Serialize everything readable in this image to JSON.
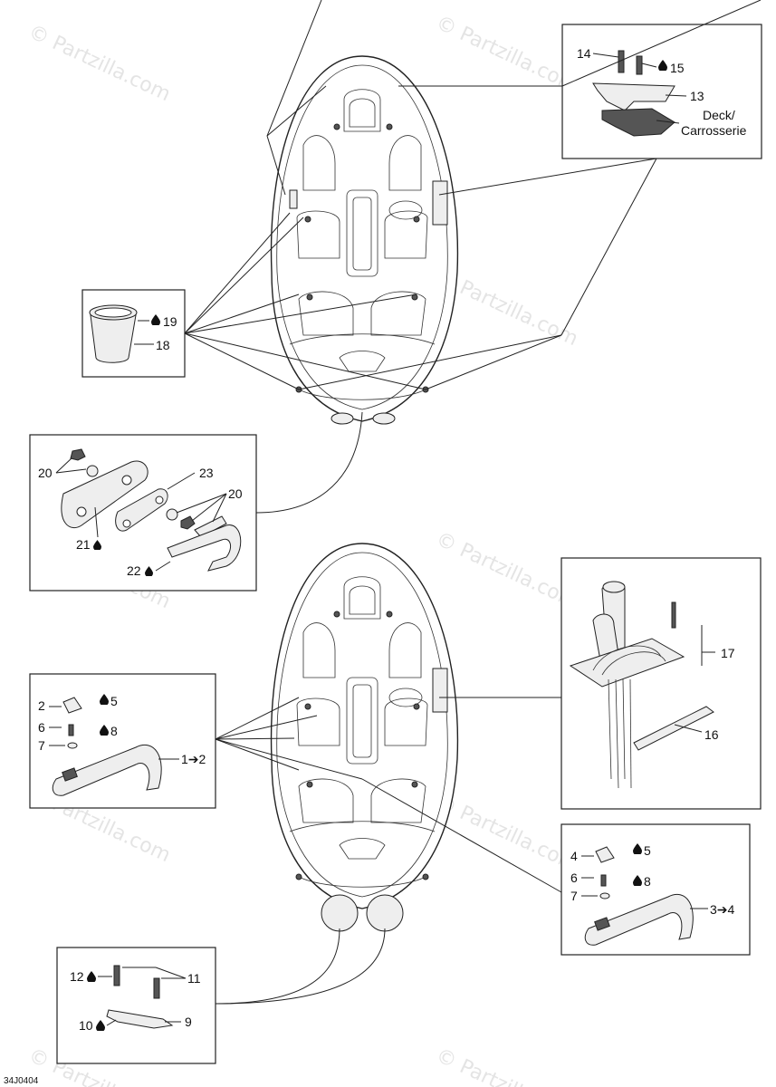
{
  "watermark": "© Partzilla.com",
  "figure_code": "34J0404",
  "labels": {
    "l14": "14",
    "l15": "15",
    "l13": "13",
    "deck1": "Deck/",
    "deck2": "Carrosserie",
    "l19": "19",
    "l18": "18",
    "l20a": "20",
    "l23": "23",
    "l20b": "20",
    "l21": "21",
    "l22": "22",
    "l17": "17",
    "l16": "16",
    "l2": "2",
    "l5a": "5",
    "l6a": "6",
    "l8a": "8",
    "l7a": "7",
    "l1to2": "1➔2",
    "l4": "4",
    "l5b": "5",
    "l6b": "6",
    "l8b": "8",
    "l7b": "7",
    "l3to4": "3➔4",
    "l12": "12",
    "l11": "11",
    "l10": "10",
    "l9": "9"
  }
}
